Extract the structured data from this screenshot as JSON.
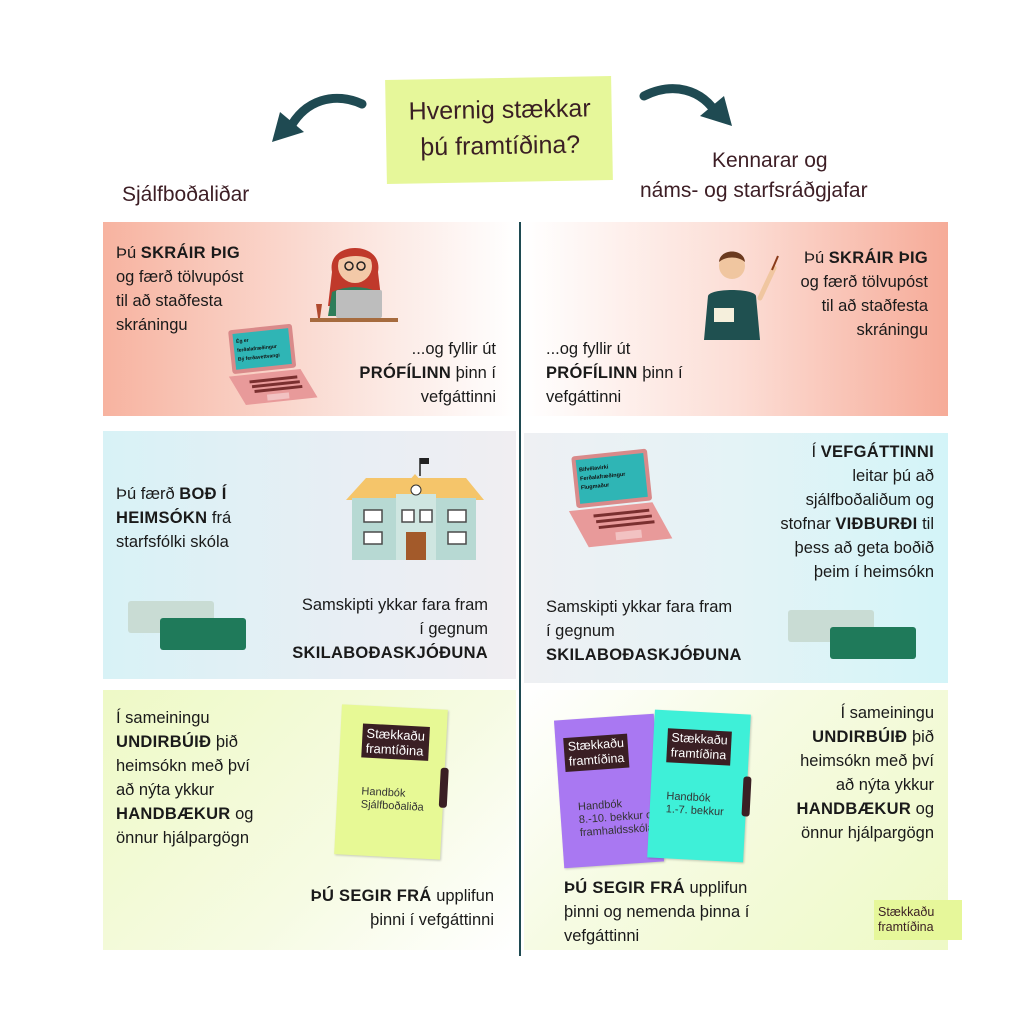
{
  "title": {
    "line1": "Hvernig stækkar",
    "line2": "þú framtíðina?"
  },
  "columns": {
    "left": "Sjálfboðaliðar",
    "right_line1": "Kennarar og",
    "right_line2": "náms- og starfsráðgjafar"
  },
  "left": {
    "s1": {
      "a1": "Þú ",
      "a2": "SKRÁIR ÞIG",
      "b": "og færð tölvupóst",
      "c": "til að staðfesta",
      "d": "skráningu",
      "e": "...og fyllir út",
      "f1": "PRÓFÍLINN",
      "f2": " þinn í",
      "g": "vefgáttinni"
    },
    "s2": {
      "a1": "Þú færð ",
      "a2": "BOÐ Í",
      "b1": "HEIMSÓKN",
      "b2": " frá",
      "c": "starfsfólki skóla",
      "d": "Samskipti ykkar fara fram",
      "e": "í gegnum",
      "f": "SKILABOÐASKJÓÐUNA"
    },
    "s3": {
      "a": "Í sameiningu",
      "b1": "UNDIRBÚIÐ",
      "b2": " þið",
      "c": "heimsókn með því",
      "d": "að nýta ykkur",
      "e1": "HANDBÆKUR",
      "e2": " og",
      "f": "önnur hjálpargögn",
      "g1": "ÞÚ SEGIR FRÁ",
      "g2": " upplifun",
      "h": "þinni í vefgáttinni"
    }
  },
  "right": {
    "s1": {
      "a1": "Þú ",
      "a2": "SKRÁIR ÞIG",
      "b": "og færð tölvupóst",
      "c": "til að staðfesta",
      "d": "skráningu",
      "e": "...og fyllir út",
      "f1": "PRÓFÍLINN",
      "f2": " þinn í",
      "g": "vefgáttinni"
    },
    "s2": {
      "a1": "Í ",
      "a2": "VEFGÁTTINNI",
      "b": "leitar þú að",
      "c": "sjálfboðaliðum og",
      "d1": "stofnar ",
      "d2": "VIÐBURÐI",
      "d3": " til",
      "e": "þess að geta boðið",
      "f": "þeim í heimsókn",
      "g": "Samskipti ykkar fara fram",
      "h": "í gegnum",
      "i": "SKILABOÐASKJÓÐUNA"
    },
    "s3": {
      "a": "Í sameiningu",
      "b1": "UNDIRBÚIÐ",
      "b2": " þið",
      "c": "heimsókn með því",
      "d": "að nýta ykkur",
      "e1": "HANDBÆKUR",
      "e2": " og",
      "f": "önnur hjálpargögn",
      "g1": "ÞÚ SEGIR FRÁ",
      "g2": " upplifun",
      "h": "þinni og nemenda þinna í",
      "i": "vefgáttinni"
    }
  },
  "laptop_left": {
    "l1": "Ég er",
    "l2": "ferðalafræðingur",
    "l3": "Bý ferðavettvangi"
  },
  "laptop_right": {
    "l1": "Bifvélavirki",
    "l2": "Ferðalafræðingur",
    "l3": "Flugmaður"
  },
  "books": {
    "brand1": "Stækkaðu",
    "brand2": "framtíðina",
    "vol_l1": "Handbók",
    "vol_l2": "Sjálfboðaliða",
    "purple_l1": "Handbók",
    "purple_l2": "8.-10. bekkur og",
    "purple_l3": "framhaldsskóla",
    "teal_l1": "Handbók",
    "teal_l2": "1.-7. bekkur"
  },
  "badge": {
    "l1": "Stækkaðu",
    "l2": "framtíðina"
  },
  "colors": {
    "lime": "#e6f79a",
    "dark_teal": "#1f4a52",
    "green": "#1f7a5a",
    "plum": "#3d1e25"
  }
}
